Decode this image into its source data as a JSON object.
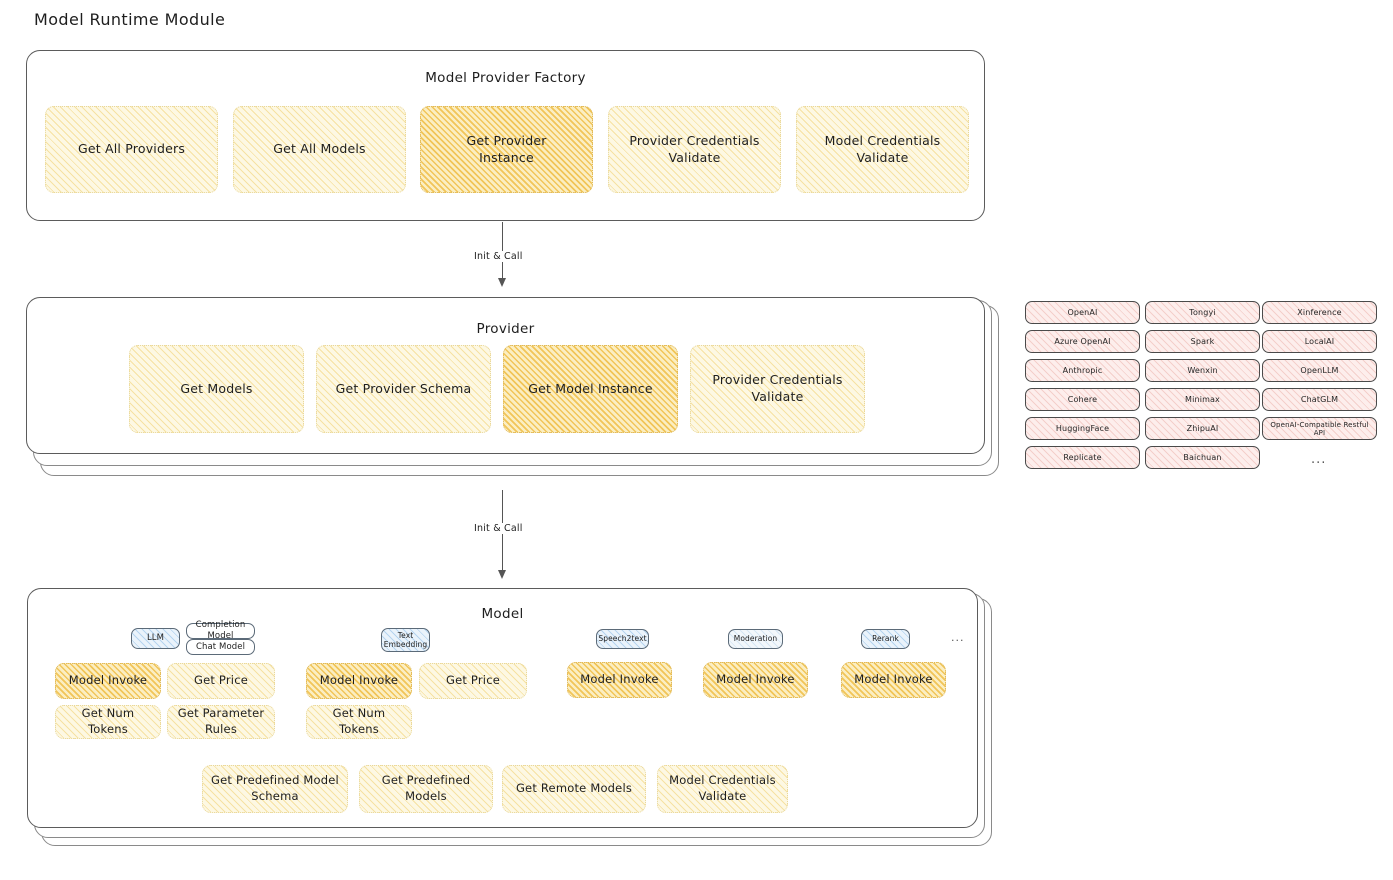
{
  "page": {
    "title": "Model Runtime Module"
  },
  "factory": {
    "title": "Model Provider Factory",
    "nodes": [
      {
        "label": "Get All Providers",
        "style": "cream"
      },
      {
        "label": "Get All Models",
        "style": "cream"
      },
      {
        "label": "Get Provider\nInstance",
        "style": "gold"
      },
      {
        "label": "Provider Credentials\nValidate",
        "style": "cream"
      },
      {
        "label": "Model Credentials\nValidate",
        "style": "cream"
      }
    ]
  },
  "arrow1": {
    "label": "Init & Call"
  },
  "provider": {
    "title": "Provider",
    "nodes": [
      {
        "label": "Get Models",
        "style": "cream"
      },
      {
        "label": "Get Provider Schema",
        "style": "cream"
      },
      {
        "label": "Get Model Instance",
        "style": "gold"
      },
      {
        "label": "Provider Credentials\nValidate",
        "style": "cream"
      }
    ]
  },
  "arrow2": {
    "label": "Init & Call"
  },
  "provider_list": {
    "columns": [
      {
        "items": [
          "OpenAI",
          "Azure OpenAI",
          "Anthropic",
          "Cohere",
          "HuggingFace",
          "Replicate"
        ]
      },
      {
        "items": [
          "Tongyi",
          "Spark",
          "Wenxin",
          "Minimax",
          "ZhipuAI",
          "Baichuan"
        ]
      },
      {
        "items": [
          "Xinference",
          "LocalAI",
          "OpenLLM",
          "ChatGLM",
          "OpenAI-Compatible Restful API"
        ]
      }
    ],
    "more": "..."
  },
  "model": {
    "title": "Model",
    "more": "...",
    "types": [
      {
        "name": "LLM",
        "style": "blue",
        "subtypes": [
          {
            "label": "Completion Model",
            "style": "plain"
          },
          {
            "label": "Chat Model",
            "style": "plain"
          }
        ],
        "methods": [
          {
            "label": "Model Invoke",
            "style": "gold"
          },
          {
            "label": "Get Price",
            "style": "cream"
          },
          {
            "label": "Get Num Tokens",
            "style": "cream"
          },
          {
            "label": "Get Parameter\nRules",
            "style": "cream"
          }
        ]
      },
      {
        "name": "Text\nEmbedding",
        "style": "blue",
        "subtypes": [],
        "methods": [
          {
            "label": "Model Invoke",
            "style": "gold"
          },
          {
            "label": "Get Price",
            "style": "cream"
          },
          {
            "label": "Get Num Tokens",
            "style": "cream"
          }
        ]
      },
      {
        "name": "Speech2text",
        "style": "blue",
        "subtypes": [],
        "methods": [
          {
            "label": "Model Invoke",
            "style": "gold"
          }
        ]
      },
      {
        "name": "Moderation",
        "style": "blue-faint",
        "subtypes": [],
        "methods": [
          {
            "label": "Model Invoke",
            "style": "gold"
          }
        ]
      },
      {
        "name": "Rerank",
        "style": "blue",
        "subtypes": [],
        "methods": [
          {
            "label": "Model Invoke",
            "style": "gold"
          }
        ]
      }
    ],
    "shared_methods": [
      {
        "label": "Get Predefined Model\nSchema",
        "style": "cream"
      },
      {
        "label": "Get Predefined\nModels",
        "style": "cream"
      },
      {
        "label": "Get Remote Models",
        "style": "cream"
      },
      {
        "label": "Model Credentials\nValidate",
        "style": "cream"
      }
    ]
  },
  "colors": {
    "cream_fill": "#fdf8e3",
    "gold_fill": "#fbeec2",
    "blue_fill": "#eaf3fb",
    "rose_fill": "#fdeeec",
    "stroke": "#5b5b5b",
    "text": "#1e1e1e"
  }
}
